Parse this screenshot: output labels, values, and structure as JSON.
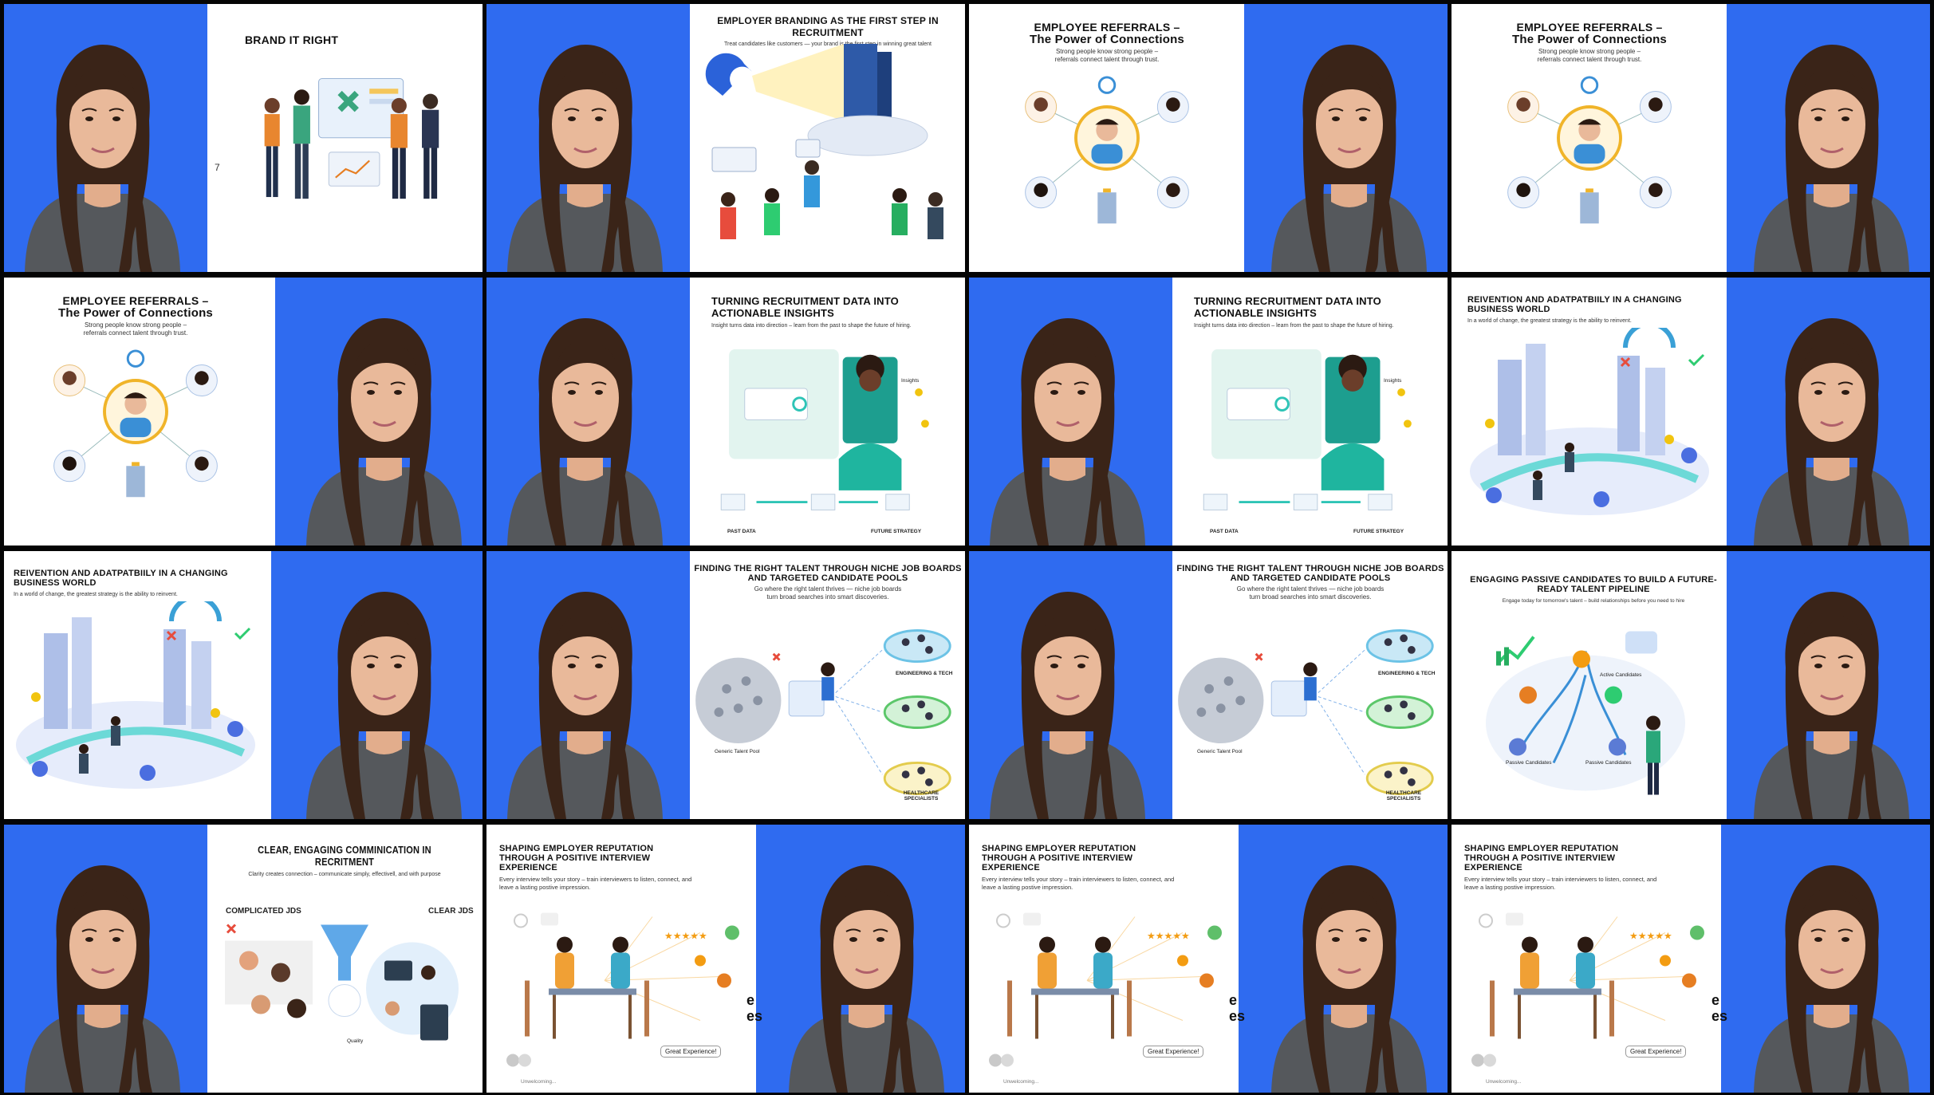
{
  "tiles": [
    {
      "title": "BRAND IT RIGHT",
      "subtitle": "",
      "label1": "7",
      "label2": "",
      "label3": ""
    },
    {
      "title": "EMPLOYER BRANDING AS THE FIRST STEP IN RECRUITMENT",
      "subtitle": "Treat candidates like customers — your brand is the first step in winning great talent",
      "label1": "",
      "label2": "",
      "label3": ""
    },
    {
      "title": "EMPLOYEE REFERRALS –",
      "title2": "The Power of Connections",
      "subtitle": "Strong people know strong people – referrals connect talent through trust.",
      "label1": "",
      "label2": "",
      "label3": ""
    },
    {
      "title": "EMPLOYEE REFERRALS –",
      "title2": "The Power of Connections",
      "subtitle": "Strong people know strong people – referrals connect talent through trust.",
      "label1": "",
      "label2": "",
      "label3": ""
    },
    {
      "title": "EMPLOYEE REFERRALS –",
      "title2": "The Power of Connections",
      "subtitle": "Strong people know strong people – referrals connect talent through trust.",
      "label1": "",
      "label2": "",
      "label3": ""
    },
    {
      "title": "TURNING RECRUITMENT DATA INTO ACTIONABLE INSIGHTS",
      "subtitle": "Insight turns data into direction – learn from the past to shape the future of hiring.",
      "label1": "PAST DATA",
      "label2": "FUTURE STRATEGY",
      "label3": "Insights"
    },
    {
      "title": "TURNING RECRUITMENT DATA INTO ACTIONABLE INSIGHTS",
      "subtitle": "Insight turns data into direction – learn from the past to shape the future of hiring.",
      "label1": "PAST DATA",
      "label2": "FUTURE STRATEGY",
      "label3": "Insights"
    },
    {
      "title": "REIVENTION AND ADATPATBIILY IN A CHANGING BUSINESS WORLD",
      "subtitle": "In a world of change, the greatest strategy is the ability to reinvent.",
      "label1": "",
      "label2": "",
      "label3": ""
    },
    {
      "title": "REIVENTION AND ADATPATBIILY IN A CHANGING BUSINESS WORLD",
      "subtitle": "In a world of change, the greatest strategy is the ability to reinvent.",
      "label1": "",
      "label2": "",
      "label3": ""
    },
    {
      "title": "FINDING THE RIGHT TALENT THROUGH NICHE JOB BOARDS AND TARGETED CANDIDATE POOLS",
      "subtitle": "Go where the right talent thrives — niche job boards turn broad searches into smart discoveries.",
      "label1": "Generic Talent Pool",
      "label2": "ENGINEERING & TECH",
      "label3": "HEALTHCARE SPECIALISTS"
    },
    {
      "title": "FINDING THE RIGHT TALENT THROUGH NICHE JOB BOARDS AND TARGETED CANDIDATE POOLS",
      "subtitle": "Go where the right talent thrives — niche job boards turn broad searches into smart discoveries.",
      "label1": "Generic Talent Pool",
      "label2": "ENGINEERING & TECH",
      "label3": "HEALTHCARE SPECIALISTS"
    },
    {
      "title": "ENGAGING PASSIVE CANDIDATES TO BUILD A FUTURE-READY TALENT PIPELINE",
      "subtitle": "Engage today for tomorrow's talent – build relationships before you need to hire",
      "label1": "Active Candidates",
      "label2": "Passive Candidates",
      "label3": "Passive Candidates"
    },
    {
      "title": "CLEAR, ENGAGING COMMINICATION IN RECRITMENT",
      "subtitle": "Clarity creates connection – communicate simply, effectivell, and with purpose",
      "label1": "COMPLICATED JDS",
      "label2": "CLEAR JDS",
      "label3": "Quality"
    },
    {
      "title": "SHAPING EMPLOYER REPUTATION THROUGH A POSITIVE INTERVIEW EXPERIENCE",
      "subtitle": "Every interview tells your story – train interviewers to listen, connect, and leave a lasting postive impression.",
      "label1": "Great Experience!",
      "label2": "Unwelcoming...",
      "label3": "e\nes"
    },
    {
      "title": "SHAPING EMPLOYER REPUTATION THROUGH A POSITIVE INTERVIEW EXPERIENCE",
      "subtitle": "Every interview tells your story – train interviewers to listen, connect, and leave a lasting postive impression.",
      "label1": "Great Experience!",
      "label2": "Unwelcoming...",
      "label3": "e\nes"
    },
    {
      "title": "SHAPING EMPLOYER REPUTATION THROUGH A POSITIVE INTERVIEW EXPERIENCE",
      "subtitle": "Every interview tells your story – train interviewers to listen, connect, and leave a lasting postive impression.",
      "label1": "Great Experience!",
      "label2": "Unwelcoming...",
      "label3": "e\nes"
    }
  ],
  "colors": {
    "blue": "#2f6bf0",
    "shirt": "#55585c",
    "hair": "#3a2418",
    "skin": "#e9b99a"
  }
}
